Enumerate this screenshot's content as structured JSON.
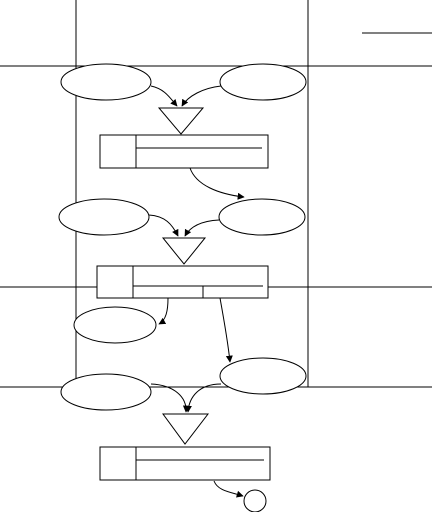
{
  "diagram": {
    "stage_count": 3,
    "stages": [
      {
        "inputs": 2,
        "has_triangle": true,
        "has_record": true
      },
      {
        "inputs": 2,
        "has_triangle": true,
        "has_record": true
      },
      {
        "inputs": 2,
        "has_triangle": true,
        "has_record": true
      }
    ],
    "terminal_node": true
  }
}
